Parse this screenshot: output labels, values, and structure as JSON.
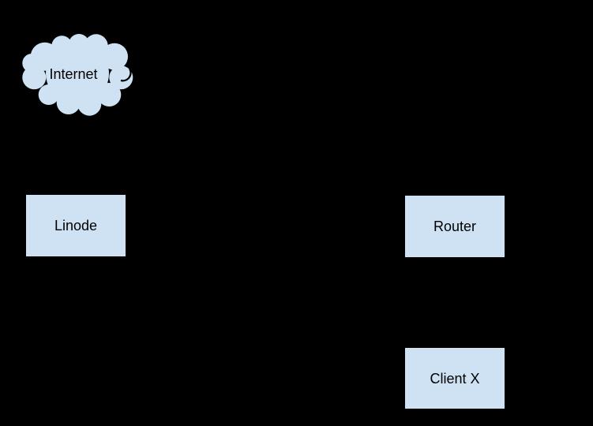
{
  "diagram": {
    "type": "network-topology",
    "background_color": "#000000",
    "node_fill_color": "#cfe2f3",
    "node_stroke_color": "#000000",
    "label_color": "#000000",
    "nodes": [
      {
        "id": "internet",
        "shape": "cloud",
        "label": "Internet"
      },
      {
        "id": "linode",
        "shape": "rectangle",
        "label": "Linode"
      },
      {
        "id": "router",
        "shape": "rectangle",
        "label": "Router"
      },
      {
        "id": "clientx",
        "shape": "rectangle",
        "label": "Client X"
      }
    ]
  }
}
